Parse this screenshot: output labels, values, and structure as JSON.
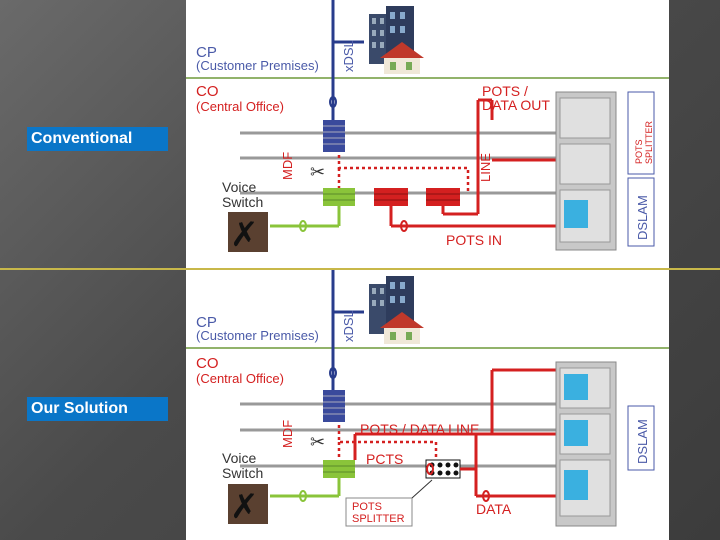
{
  "labels": {
    "conventional": "Conventional",
    "our_solution": "Our Solution"
  },
  "top": {
    "cp_abbr": "CP",
    "cp_full": "(Customer Premises)",
    "co_abbr": "CO",
    "co_full": "(Central Office)",
    "xdsl": "xDSL",
    "mdf": "MDF",
    "line": "LINE",
    "pots_data_out_1": "POTS /",
    "pots_data_out_2": "DATA OUT",
    "pots_splitter_1": "POTS",
    "pots_splitter_2": "SPLITTER",
    "voice_1": "Voice",
    "voice_2": "Switch",
    "pots_in": "POTS IN",
    "dslam": "DSLAM"
  },
  "bottom": {
    "cp_abbr": "CP",
    "cp_full": "(Customer Premises)",
    "co_abbr": "CO",
    "co_full": "(Central Office)",
    "xdsl": "xDSL",
    "mdf": "MDF",
    "pots_data_line": "POTS / DATA LINE",
    "pcts": "PCTS",
    "voice_1": "Voice",
    "voice_2": "Switch",
    "pots_splitter_1": "POTS",
    "pots_splitter_2": "SPLITTER",
    "data": "DATA",
    "dslam": "DSLAM"
  },
  "colors": {
    "red": "#d42020",
    "green": "#8ac43a",
    "navy": "#283c8c",
    "olive": "#6e9a3a",
    "tag_blue": "#0a76c8"
  }
}
